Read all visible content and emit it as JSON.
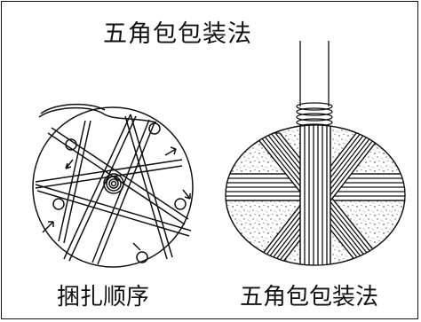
{
  "title": "五角包包装法",
  "left_caption": "捆扎顺序",
  "right_caption": "五角包包装法",
  "colors": {
    "ink": "#111111",
    "paper": "#ffffff"
  }
}
